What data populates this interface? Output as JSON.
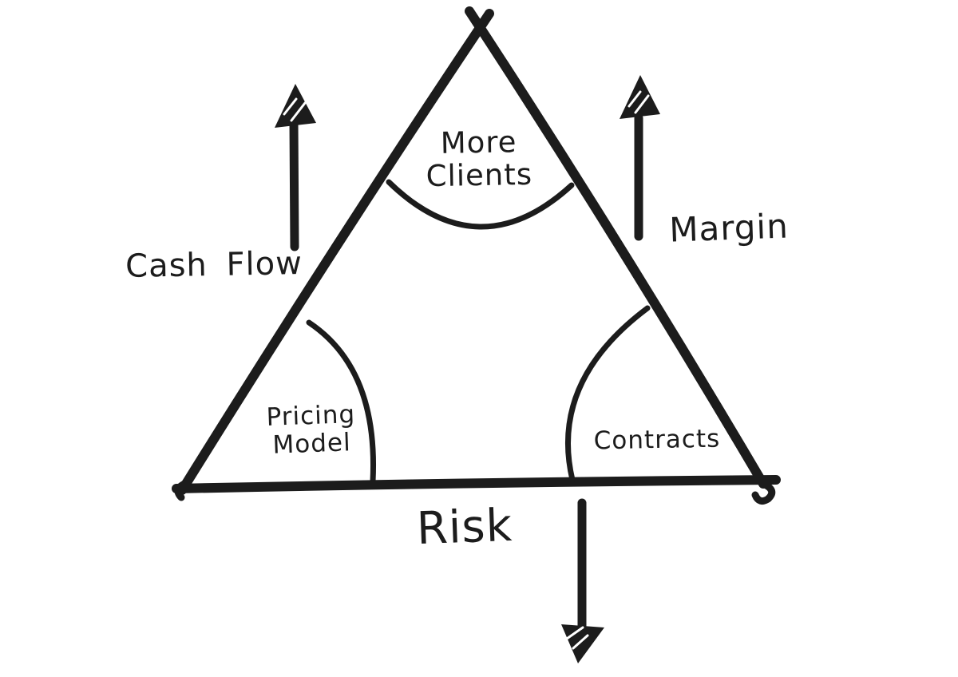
{
  "colors": {
    "ink": "#1c1c1c",
    "background": "#ffffff"
  },
  "triangle": {
    "sections": {
      "top": {
        "line1": "More",
        "line2": "Clients"
      },
      "bottom_left": {
        "line1": "Pricing",
        "line2": "Model"
      },
      "bottom_right": {
        "label": "Contracts"
      }
    }
  },
  "arrows": {
    "left": {
      "label": "Cash Flow",
      "direction": "up"
    },
    "right": {
      "label": "Margin",
      "direction": "up"
    },
    "bottom": {
      "label": "Risk",
      "direction": "down"
    }
  }
}
